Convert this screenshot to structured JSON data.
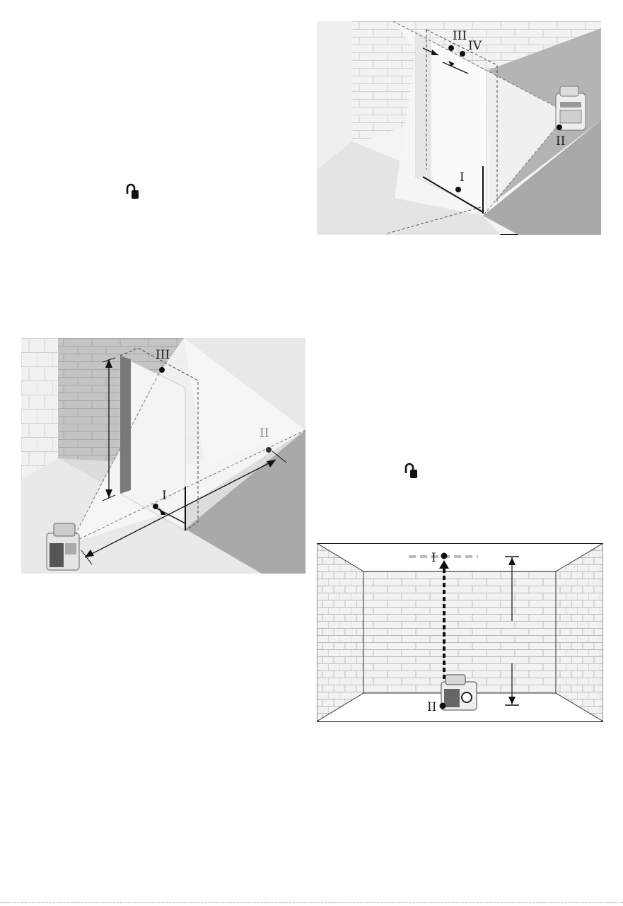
{
  "lock_icons": [
    {
      "name": "padlock-open-icon"
    },
    {
      "name": "padlock-open-icon"
    }
  ],
  "figures": {
    "top_right": {
      "labels": {
        "p1": "I",
        "p2": "II",
        "p3": "III",
        "p4": "IV"
      }
    },
    "middle_left": {
      "labels": {
        "p1": "I",
        "p2": "II",
        "p3": "III"
      }
    },
    "bottom_right": {
      "labels": {
        "p1": "I",
        "p2": "II"
      }
    }
  },
  "colors": {
    "wall_light": "#f0f0f0",
    "wall_mid": "#dedede",
    "floor_dark": "#a8a8a8",
    "beam": "#f7f7f7",
    "line": "#1a1a1a"
  }
}
